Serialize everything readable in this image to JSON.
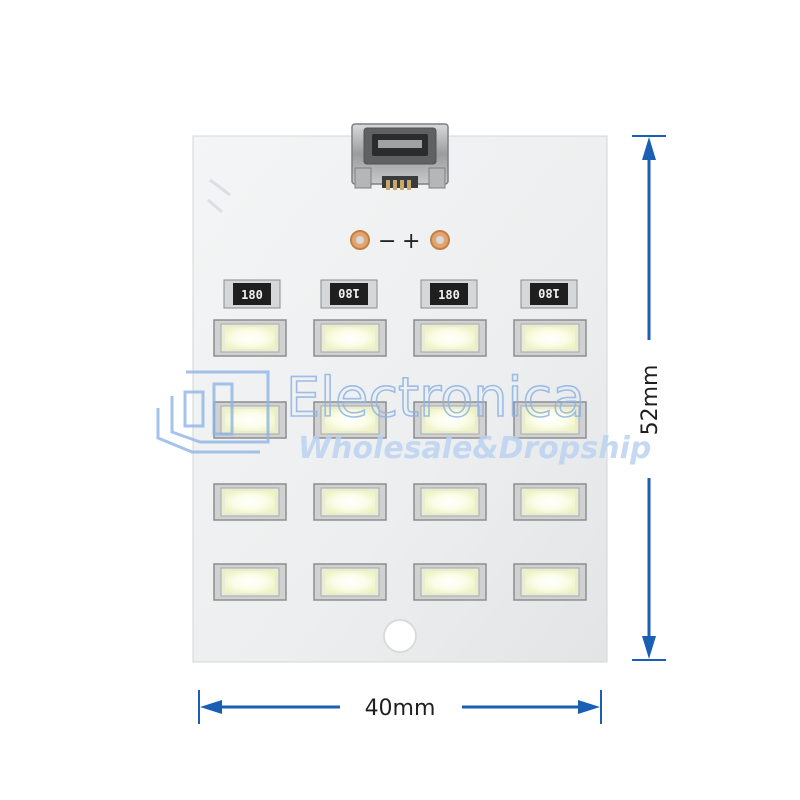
{
  "board": {
    "width_label": "40mm",
    "height_label": "52mm",
    "polarity_minus": "−",
    "polarity_plus": "+",
    "resistor_codes": [
      "180",
      "180",
      "180",
      "180"
    ],
    "led_rows": 4,
    "led_cols": 4
  },
  "watermark": {
    "line1": "Electronica",
    "line2": "Wholesale&Dropship",
    "color": "#8fb4e6"
  },
  "colors": {
    "dimension_arrow": "#1a5fb4",
    "board": "#eef0f1"
  }
}
